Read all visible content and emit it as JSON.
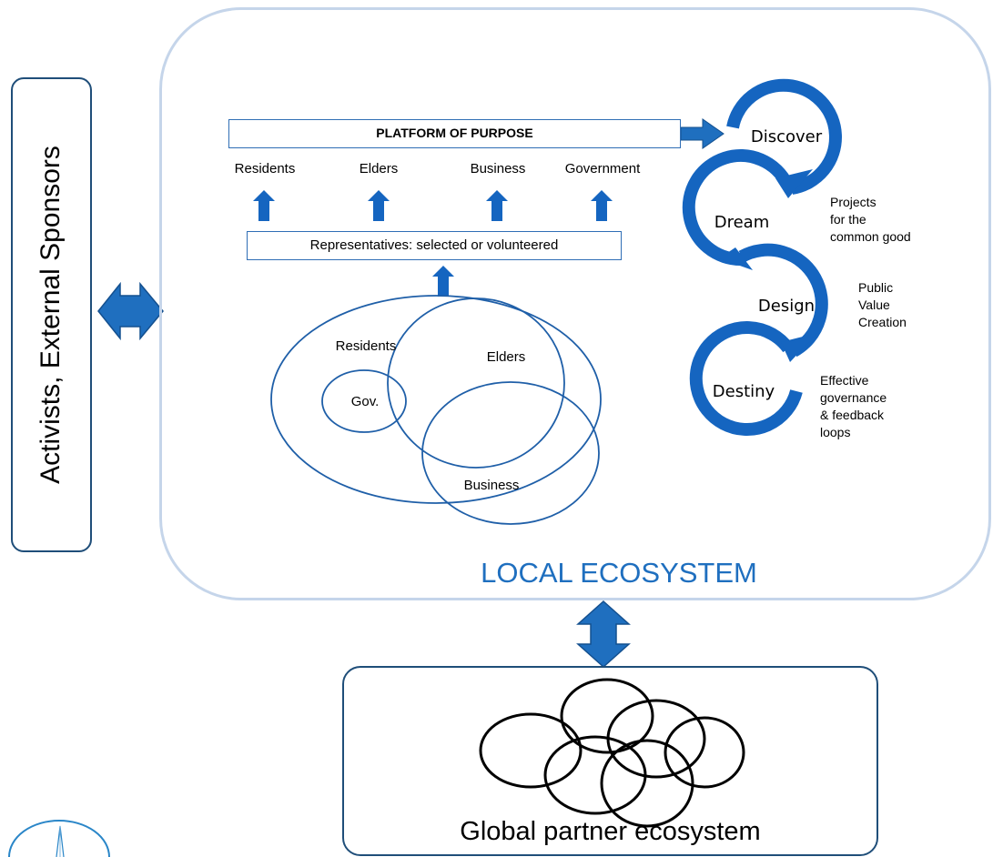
{
  "side": {
    "label": "Activists, External Sponsors"
  },
  "local": {
    "label": "LOCAL ECOSYSTEM"
  },
  "platform": {
    "title": "PLATFORM OF PURPOSE",
    "groups": [
      "Residents",
      "Elders",
      "Business",
      "Government"
    ],
    "representatives": "Representatives: selected or volunteered"
  },
  "venn": {
    "labels": [
      "Residents",
      "Elders",
      "Gov.",
      "Business"
    ]
  },
  "cycle": {
    "stages": [
      "Discover",
      "Dream",
      "Design",
      "Destiny"
    ],
    "notes": [
      "Projects\nfor the\ncommon good",
      "Public\nValue\nCreation",
      "Effective\ngovernance\n& feedback\nloops"
    ]
  },
  "global": {
    "label": "Global partner ecosystem"
  },
  "colors": {
    "accent": "#1f6fbf",
    "box_border": "#1f4e79",
    "panel_border": "#c5d5ea",
    "arrow": "#1565c0"
  }
}
